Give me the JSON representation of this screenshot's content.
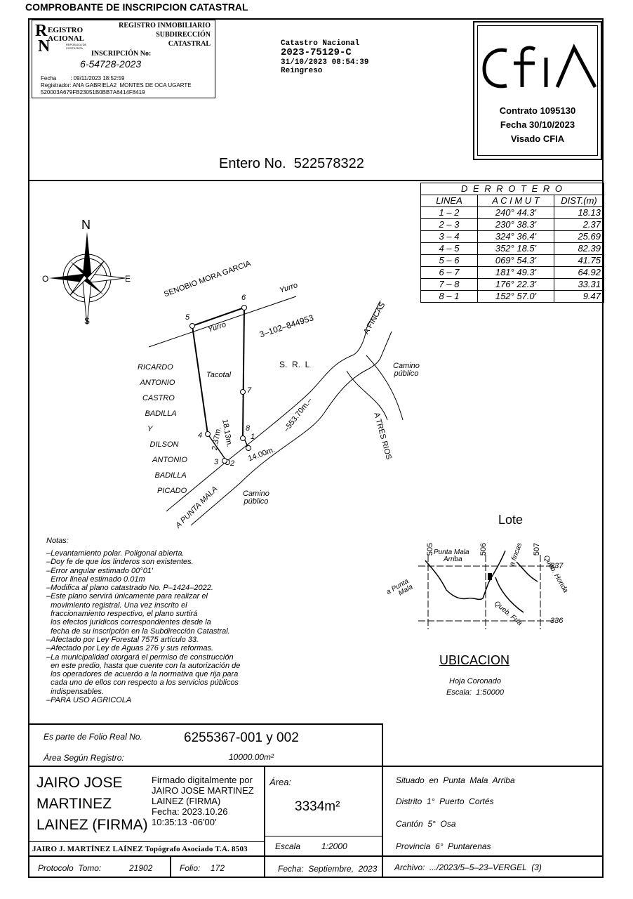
{
  "header": {
    "doc_title": "COMPROBANTE DE INSCRIPCION CATASTRAL"
  },
  "registry": {
    "logo_line1": "EGISTRO",
    "logo_line2": "ACIONAL",
    "logo_small": "REPÚBLICA DE COSTA RICA",
    "org1": "REGISTRO INMOBILIARIO",
    "org2": "SUBDIRECCIÓN",
    "org3": "CATASTRAL",
    "insc_label": "INSCRIPCIÓN No:",
    "insc_number": "6-54728-2023",
    "fecha": "Fecha         : 09/11/2023 18:52:59",
    "registrador": "Registrador: ANA GABRIELA2  MONTES DE OCA UGARTE",
    "hash": "520003A679FB23051B0BB7A6414F8419"
  },
  "catastro": {
    "line1": "Catastro Nacional",
    "line2": "2023-75129-C",
    "line3": "31/10/2023 08:54:39",
    "line4": "Reingreso"
  },
  "cfia": {
    "logo": "cfia",
    "contrato": "Contrato 1095130",
    "fecha": "Fecha 30/10/2023",
    "visado": "Visado CFIA"
  },
  "entero": "Entero No.  522578322",
  "derrotero": {
    "title": "D E R R O T E R O",
    "headers": [
      "LINEA",
      "A C I M U T",
      "DIST.(m)"
    ],
    "rows": [
      [
        "1 – 2",
        "240°  44.3'",
        "18.13"
      ],
      [
        "2 – 3",
        "230°  38.3'",
        "2.37"
      ],
      [
        "3 – 4",
        "324°  36.4'",
        "25.69"
      ],
      [
        "4 – 5",
        "352°  18.5'",
        "82.39"
      ],
      [
        "5 – 6",
        "069°  54.3'",
        "41.75"
      ],
      [
        "6 – 7",
        "181°  49.3'",
        "64.92"
      ],
      [
        "7 – 8",
        "176°  22.3'",
        "33.31"
      ],
      [
        "8 – 1",
        "152°  57.0'",
        "9.47"
      ]
    ]
  },
  "compass": {
    "n": "N",
    "s": "S",
    "e": "E",
    "o": "O"
  },
  "plan": {
    "senobio": "SENOBIO MORA GARCIA",
    "yurro1": "Yurro",
    "yurro2": "Yurro",
    "company": "3–102–844953",
    "srl": "S.  R.  L",
    "tacotal": "Tacotal",
    "left_owner": [
      "RICARDO",
      "ANTONIO",
      "CASTRO",
      "BADILLA",
      "Y",
      "DILSON",
      "ANTONIO",
      "BADILLA",
      "PICADO"
    ],
    "a_fincas": "A FINCAS",
    "camino1": "Camino",
    "publico1": "público",
    "a_tres_rios": "A TRES RIOS",
    "camino2": "Camino",
    "publico2": "público",
    "a_punta_mala": "A PUNTA MALA",
    "dist_553": "–553.70m.–",
    "dist_14": "14.00m.",
    "dist_18": "18.13m.",
    "dist_237": "2.37m.",
    "pts": [
      "1",
      "2",
      "3",
      "4",
      "5",
      "6",
      "7",
      "8"
    ]
  },
  "notes": {
    "title": "Notas:",
    "items": "–Levantamiento polar. Poligonal abierta.\n–Doy fe de que los linderos son existentes.\n–Error angular estimado 00°01'\n  Error lineal estimado 0.01m\n–Modifica al plano catastrado No. P–1424–2022.\n–Este plano servirá únicamente para realizar el\n  movimiento registral. Una vez inscrito el\n  fraccionamiento respectivo, el plano surtirá\n  los efectos jurídicos correspondientes desde la\n  fecha de su inscripción en la Subdirección Catastral.\n–Afectado por Ley Forestal 7575 artículo 33.\n–Afectado por Ley de Aguas 276 y sus reformas.\n–La municipalidad otorgará el permiso de construcción\n  en este predio, hasta que cuente con la autorización de\n  los operadores de acuerdo a la normativa que rija para\n  cada uno de ellos con respecto a los servicios públicos\n  indispensables.\n–PARA USO AGRICOLA"
  },
  "location_map": {
    "lote": "Lote",
    "n505": "505",
    "n506": "506",
    "n507": "507",
    "n337": "337",
    "n336": "336",
    "punta_mala_arriba1": "Punta Mala",
    "punta_mala_arriba2": "Arriba",
    "a_fincas": "a fincas",
    "queb_honda": "Queb. Honda",
    "a_punta": "a Punta",
    "mala": "Mala",
    "queb_fria": "Queb. Fría",
    "ubicacion": "UBICACION",
    "hoja": "Hoja Coronado",
    "escala": "Escala:  1:50000"
  },
  "folio": {
    "label": "Es parte de Folio Real No.",
    "value": "6255367-001 y 002",
    "area_label": "Área Según Registro:",
    "area_value": "10000.00m²"
  },
  "signer": {
    "name1": "JAIRO JOSE",
    "name2": "MARTINEZ",
    "name3": "LAINEZ (FIRMA)",
    "sig1": "Firmado digitalmente por",
    "sig2": "JAIRO JOSE MARTINEZ",
    "sig3": "LAINEZ (FIRMA)",
    "sig4": "Fecha: 2023.10.26",
    "sig5": "10:35:13 -06'00'",
    "topografo": "JAIRO J. MARTÍNEZ LAÍNEZ Topógrafo Asociado T.A. 8503"
  },
  "area": {
    "label": "Área:",
    "value": "3334m²"
  },
  "escala": {
    "label": "Escala",
    "value": "1:2000"
  },
  "location": {
    "situado": "Situado  en  Punta  Mala  Arriba",
    "distrito": "Distrito  1°  Puerto  Cortés",
    "canton": "Cantón  5°  Osa",
    "provincia": "Provincia  6°  Puntarenas"
  },
  "footer": {
    "protocolo_label": "Protocolo  Tomo:",
    "protocolo_value": "21902",
    "folio_label": "Folio:",
    "folio_value": "172",
    "fecha": "Fecha:  Septiembre,  2023",
    "archivo": "Archivo:  .../2023/5–5–23–VERGEL  (3)"
  }
}
